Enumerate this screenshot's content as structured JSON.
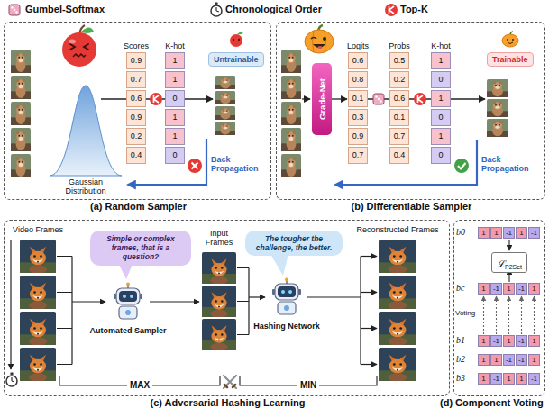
{
  "diagram": {
    "nodes": [
      {
        "text": [
          "(a) Random Sampler"
        ]
      },
      {
        "text": [
          "Untrainable"
        ],
        "in": 0
      },
      {
        "text": [
          "(b) Differentiable Sampler"
        ]
      },
      {
        "text": [
          "Grade-Net"
        ],
        "in": 2
      },
      {
        "text": [
          "Trainable"
        ],
        "in": 2
      },
      {
        "text": [
          "(c) Adversarial Hashing Learning"
        ]
      },
      {
        "text": [
          "Simple or complex frames, that is a question?"
        ],
        "in": 5
      },
      {
        "text": [
          "The tougher the challenge, the better."
        ],
        "in": 5
      },
      {
        "text": [
          "(d) Component Voting"
        ]
      },
      {
        "text": [
          "ℒ",
          "P2Set"
        ],
        "in": 8
      }
    ],
    "labels": [
      "Scores",
      "K-hot",
      "0.9",
      "0.7",
      "0.6",
      "0.9",
      "0.2",
      "0.4",
      "1",
      "1",
      "0",
      "1",
      "1",
      "0",
      "Gaussian Distribution",
      "Back Propagation",
      "Logits",
      "Probs",
      "K-hot",
      "0.6",
      "0.8",
      "0.1",
      "0.3",
      "0.9",
      "0.7",
      "0.5",
      "0.2",
      "0.6",
      "0.1",
      "0.7",
      "0.4",
      "1",
      "0",
      "1",
      "0",
      "1",
      "0",
      "Back Propagation",
      "Video Frames",
      "Input Frames",
      "Reconstructed Frames",
      "Automated Sampler",
      "Hashing Network",
      "MAX",
      "MIN",
      "b0",
      "1",
      "1",
      "-1",
      "1",
      "-1",
      "bc",
      "1",
      "-1",
      "1",
      "-1",
      "1",
      "Voting",
      "b1",
      "1",
      "-1",
      "1",
      "-1",
      "1",
      "b2",
      "1",
      "1",
      "-1",
      "-1",
      "1",
      "b3",
      "1",
      "-1",
      "1",
      "1",
      "-1"
    ],
    "legend": [
      {
        "text": "Gumbel-Softmax"
      },
      {
        "text": "Chronological Order"
      },
      {
        "text": "Top-K"
      }
    ]
  }
}
